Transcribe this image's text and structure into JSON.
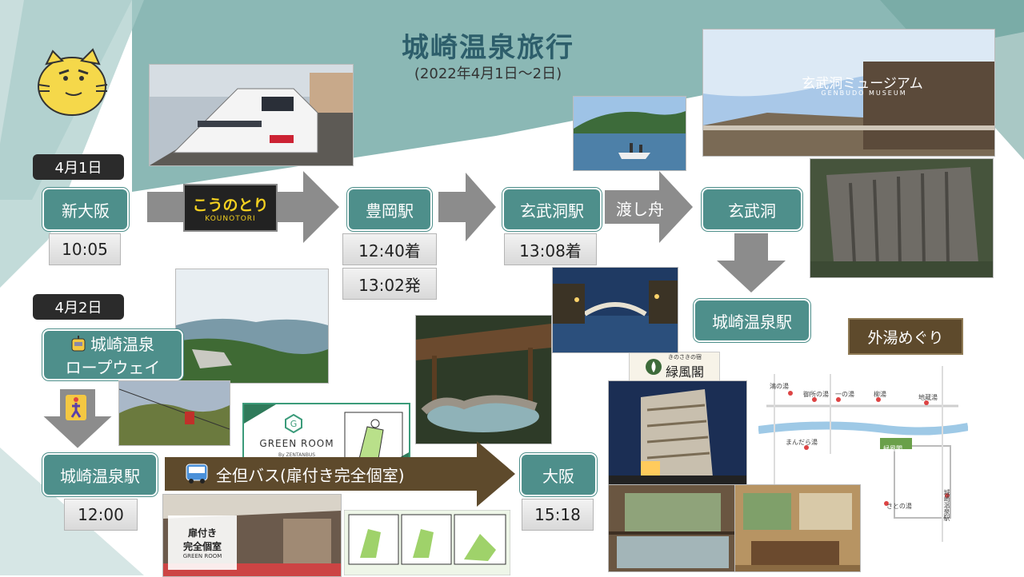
{
  "title": "城崎温泉旅行",
  "subtitle": "(2022年4月1日～2日)",
  "day1": {
    "date": "4月1日",
    "shin_osaka": "新大阪",
    "depart_time": "10:05",
    "train_logo_main": "こうのとり",
    "train_logo_sub": "KOUNOTORI",
    "toyooka": "豊岡駅",
    "toyooka_arrive": "12:40着",
    "toyooka_depart": "13:02発",
    "genbudo_station": "玄武洞駅",
    "genbudo_arrive": "13:08着",
    "ferry": "渡し舟",
    "genbudo": "玄武洞",
    "kinosaki_station": "城崎温泉駅",
    "museum_sign": "玄武洞ミュージアム",
    "museum_sign_sub": "GENBUDO MUSEUM",
    "sotoyu": "外湯めぐり",
    "hotel_name_small": "きのさきの宿",
    "hotel_name": "緑風閣"
  },
  "day2": {
    "date": "4月2日",
    "ropeway_line1": "城崎温泉",
    "ropeway_line2": "ロープウェイ",
    "kinosaki_station": "城崎温泉駅",
    "depart_time": "12:00",
    "bus": "全但バス(扉付き完全個室)",
    "osaka": "大阪",
    "arrive_time": "15:18",
    "green_room": "GREEN ROOM",
    "green_room_sub": "By ZENTANBUS",
    "bus_interior_line1": "扉付き",
    "bus_interior_line2": "完全個室",
    "bus_interior_brand": "GREEN ROOM"
  },
  "map_labels": [
    "鴻の湯",
    "御所の湯",
    "一の湯",
    "柳湯",
    "地蔵湯",
    "まんだら湯",
    "さとの湯",
    "緑風閣",
    "城崎温泉駅"
  ],
  "colors": {
    "teal": "#4e8f8b",
    "dark_teal": "#2d5e6b",
    "brown": "#5e4a2c",
    "gray_arrow": "#8c8c8c"
  }
}
